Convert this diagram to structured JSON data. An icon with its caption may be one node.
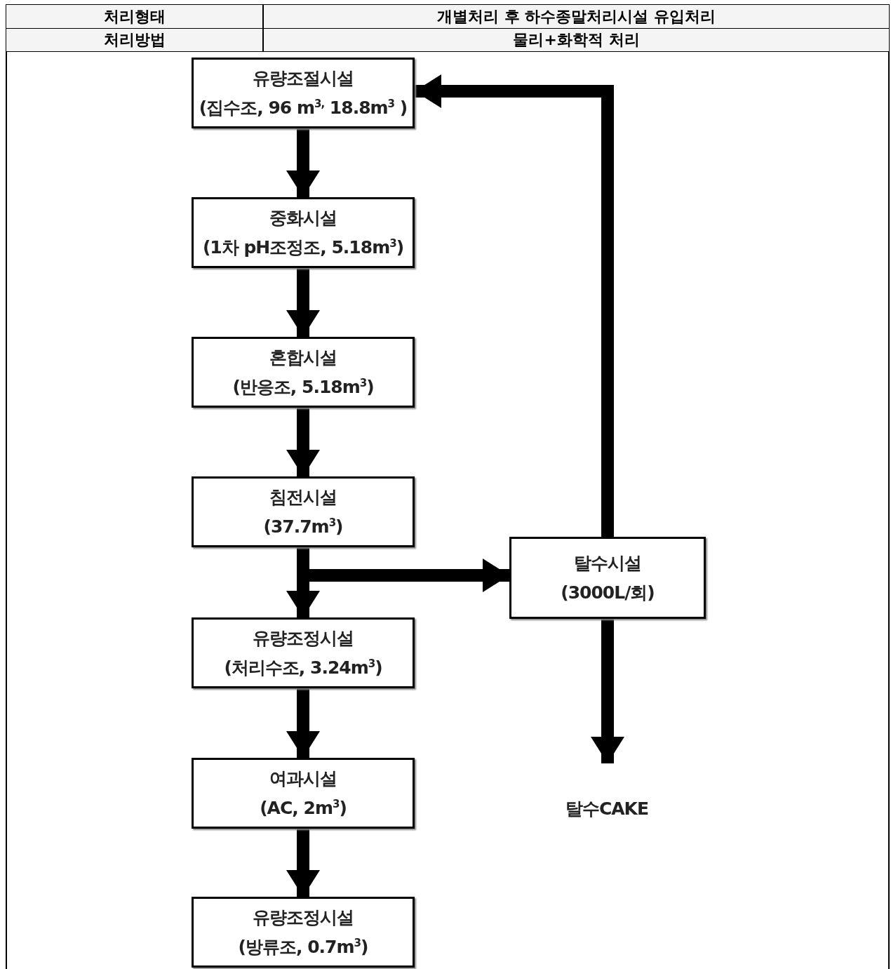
{
  "diagram": {
    "nodes": [
      {
        "text": [
          "유량조절시설",
          "(집수조, 96 m$^{3,}$ 18.8m$^{3}$ )"
        ]
      },
      {
        "text": [
          "중화시설",
          "(1차 pH조정조, 5.18m$^{3}$)"
        ]
      },
      {
        "text": [
          "혼합시설",
          "(반응조, 5.18m$^{3}$)"
        ]
      },
      {
        "text": [
          "침전시설",
          "(37.7m$^{3}$)"
        ]
      },
      {
        "text": [
          "유량조정시설",
          "(처리수조, 3.24m$^{3}$)"
        ]
      },
      {
        "text": [
          "여과시설",
          "(AC, 2m$^{3}$)"
        ]
      },
      {
        "text": [
          "유량조정시설",
          "(방류조, 0.7m$^{3}$)"
        ]
      },
      {
        "text": [
          "탈수시설",
          "(3000L/회)"
        ]
      },
      {
        "text": [
          "탈수CAKE"
        ]
      }
    ],
    "edges": [
      {
        "from": 0,
        "to": 1,
        "arrow": "to"
      },
      {
        "from": 1,
        "to": 2,
        "arrow": "to"
      },
      {
        "from": 2,
        "to": 3,
        "arrow": "to"
      },
      {
        "from": 3,
        "to": 4,
        "arrow": "to"
      },
      {
        "from": 3,
        "to": 7,
        "arrow": "to"
      },
      {
        "from": 4,
        "to": 5,
        "arrow": "to"
      },
      {
        "from": 5,
        "to": 6,
        "arrow": "to"
      },
      {
        "from": 7,
        "to": 0,
        "arrow": "to"
      },
      {
        "from": 7,
        "to": 8,
        "arrow": "to"
      }
    ],
    "labels": [
      "처리형태",
      "개별처리 후 하수종말처리시설 유입처리",
      "처리방법",
      "물리+화학적 처리"
    ]
  }
}
